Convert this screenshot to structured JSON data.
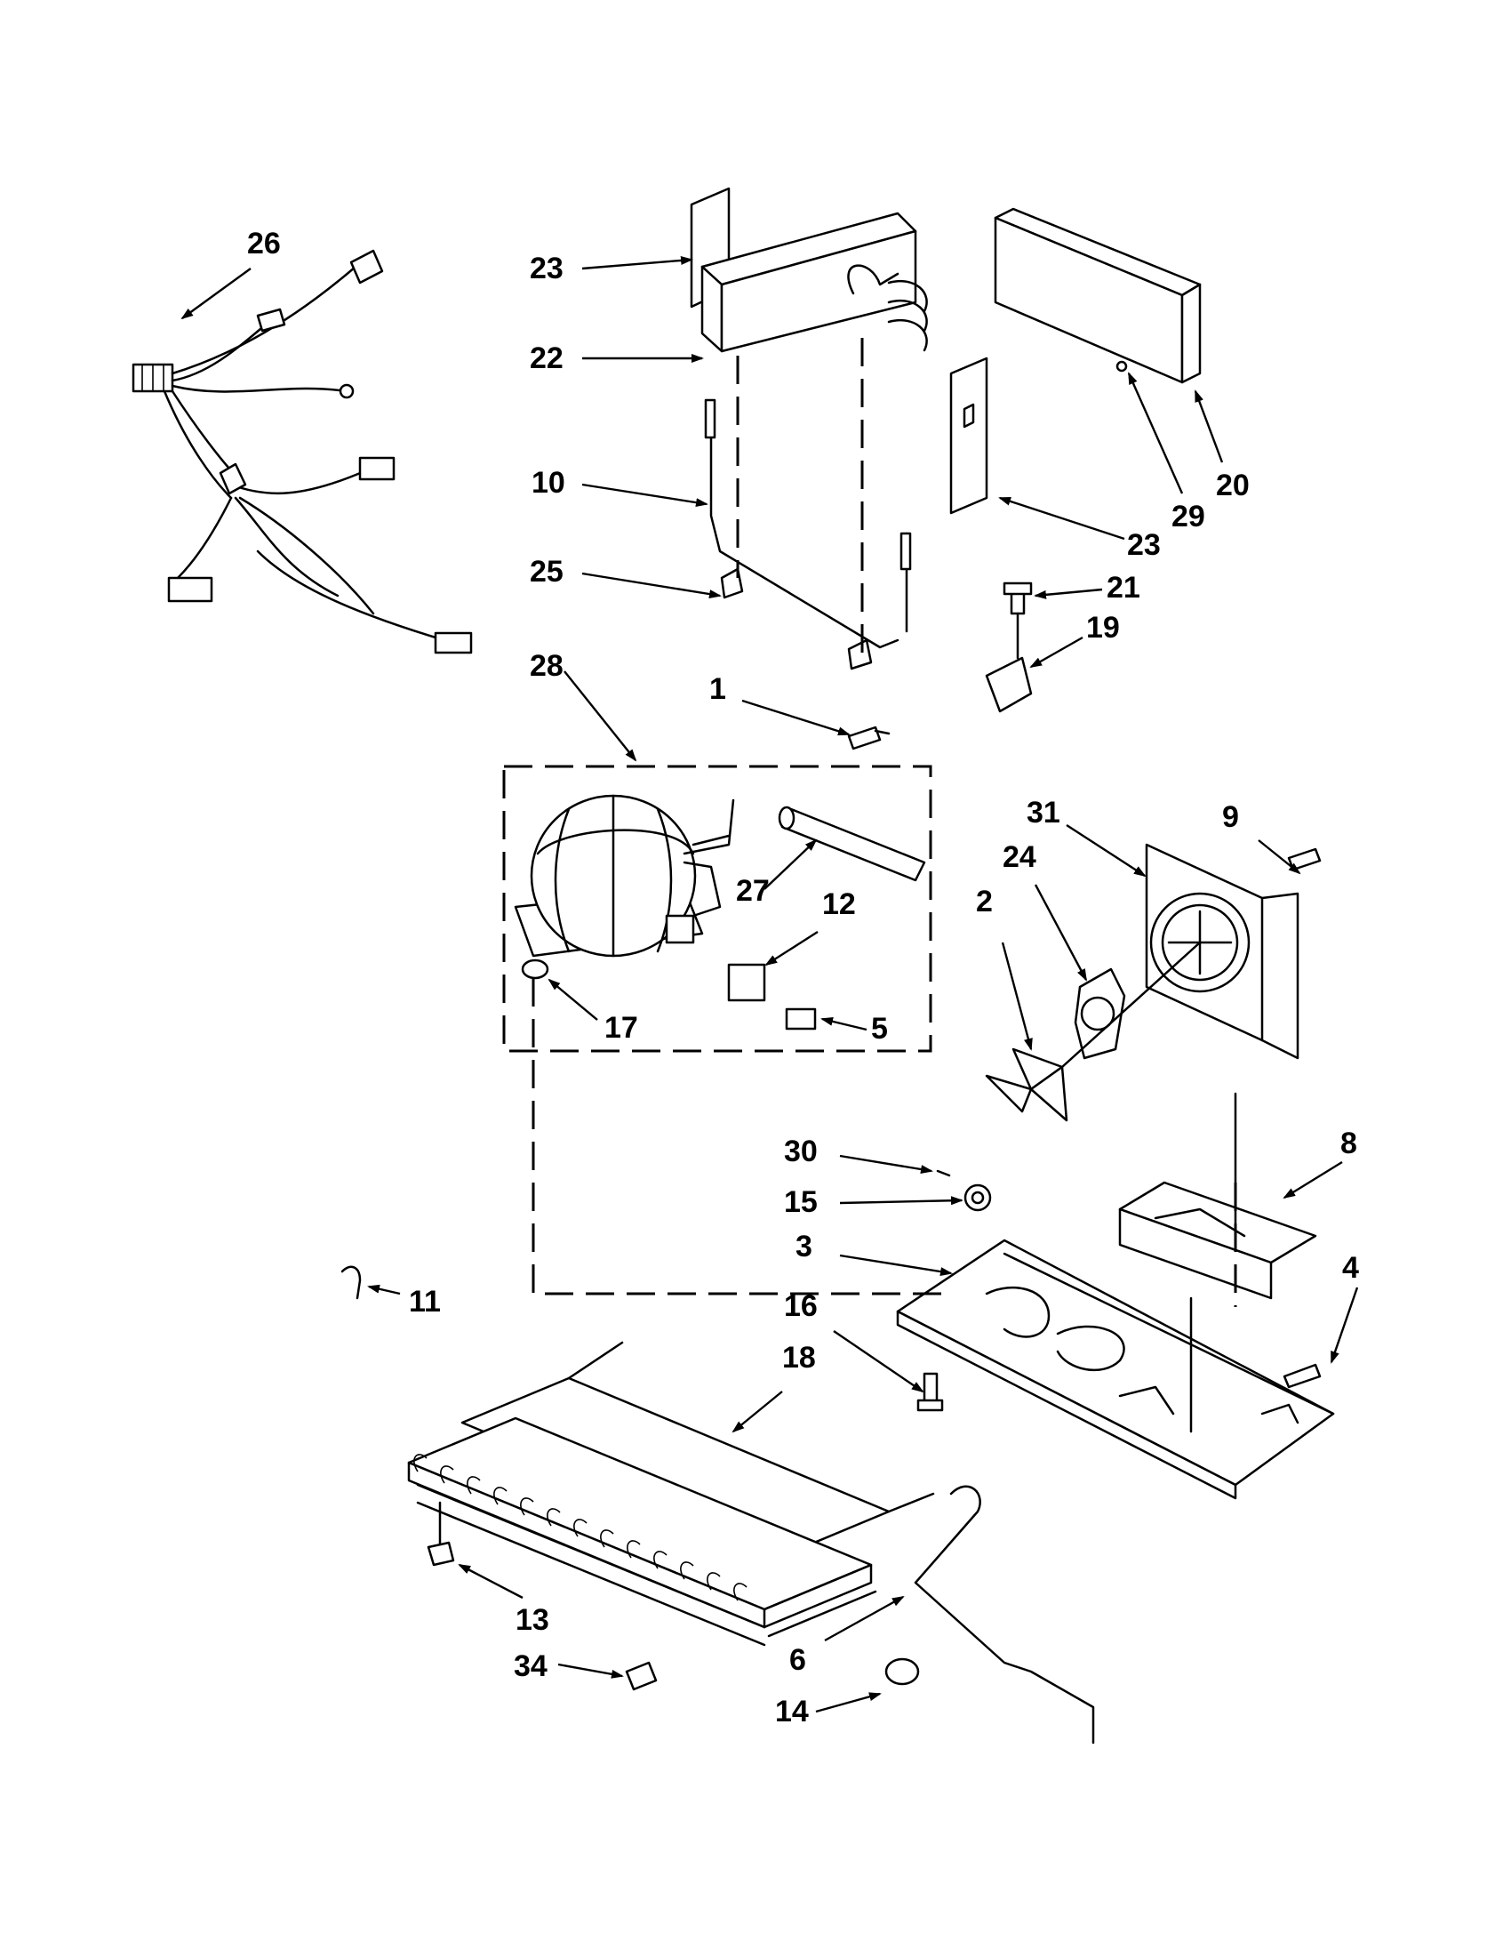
{
  "callouts": [
    {
      "id": "c26",
      "text": "26"
    },
    {
      "id": "c23a",
      "text": "23"
    },
    {
      "id": "c22",
      "text": "22"
    },
    {
      "id": "c10",
      "text": "10"
    },
    {
      "id": "c25",
      "text": "25"
    },
    {
      "id": "c28",
      "text": "28"
    },
    {
      "id": "c1",
      "text": "1"
    },
    {
      "id": "c20",
      "text": "20"
    },
    {
      "id": "c29",
      "text": "29"
    },
    {
      "id": "c23b",
      "text": "23"
    },
    {
      "id": "c21",
      "text": "21"
    },
    {
      "id": "c19",
      "text": "19"
    },
    {
      "id": "c27",
      "text": "27"
    },
    {
      "id": "c12",
      "text": "12"
    },
    {
      "id": "c17",
      "text": "17"
    },
    {
      "id": "c5",
      "text": "5"
    },
    {
      "id": "c31",
      "text": "31"
    },
    {
      "id": "c9",
      "text": "9"
    },
    {
      "id": "c24",
      "text": "24"
    },
    {
      "id": "c2",
      "text": "2"
    },
    {
      "id": "c30",
      "text": "30"
    },
    {
      "id": "c15",
      "text": "15"
    },
    {
      "id": "c8",
      "text": "8"
    },
    {
      "id": "c3",
      "text": "3"
    },
    {
      "id": "c4",
      "text": "4"
    },
    {
      "id": "c11",
      "text": "11"
    },
    {
      "id": "c16",
      "text": "16"
    },
    {
      "id": "c18",
      "text": "18"
    },
    {
      "id": "c13",
      "text": "13"
    },
    {
      "id": "c6",
      "text": "6"
    },
    {
      "id": "c34",
      "text": "34"
    },
    {
      "id": "c14",
      "text": "14"
    }
  ]
}
